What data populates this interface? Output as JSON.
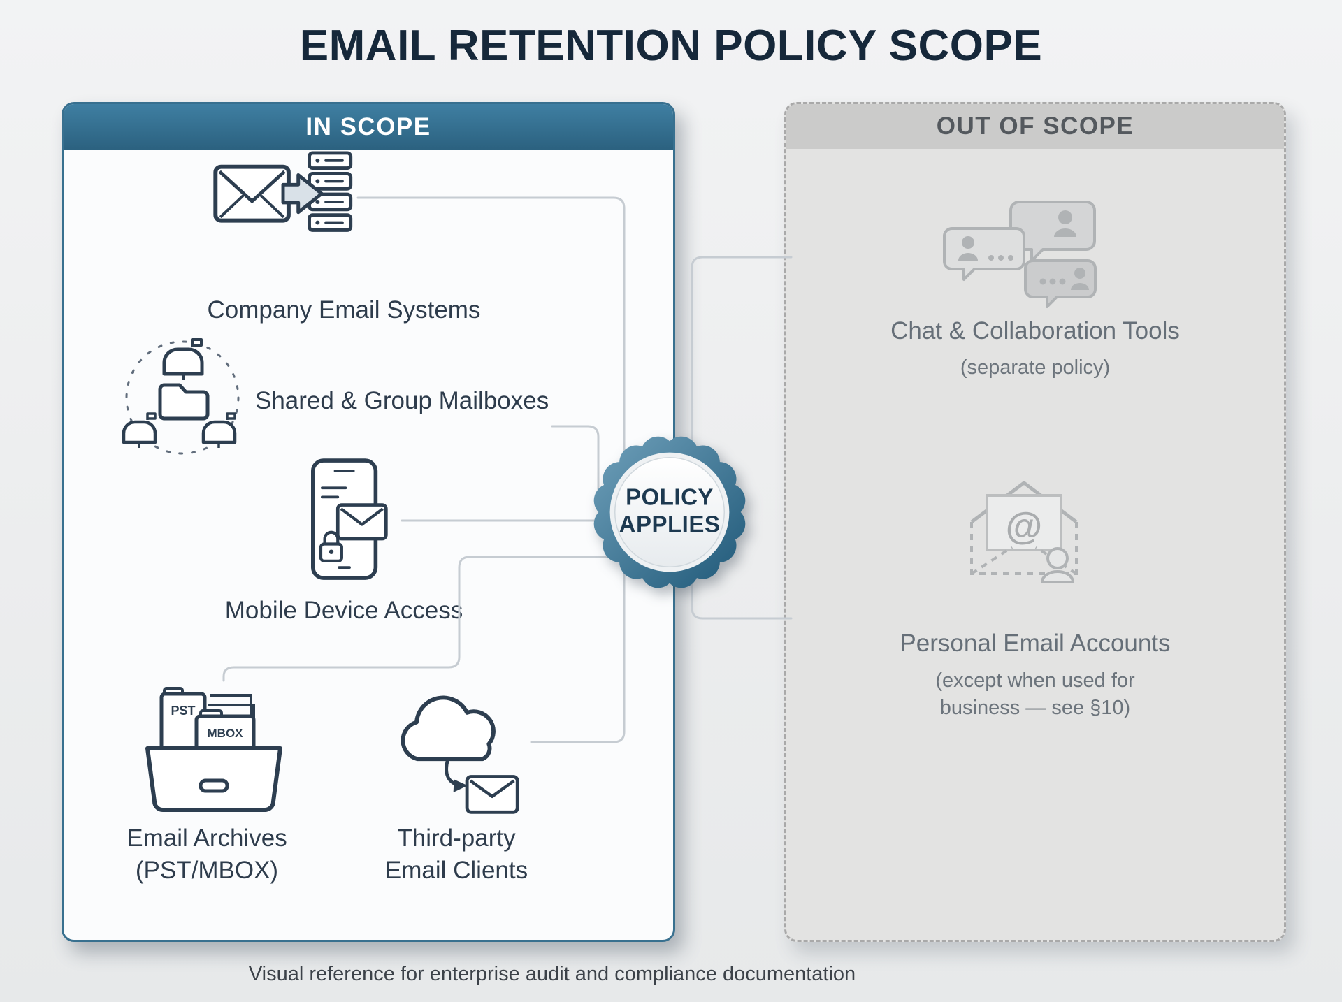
{
  "page": {
    "title": "EMAIL RETENTION POLICY SCOPE",
    "footer": "Visual reference for enterprise audit and compliance documentation"
  },
  "badge": {
    "line1": "POLICY",
    "line2": "APPLIES"
  },
  "in_scope": {
    "header": "IN SCOPE",
    "items": [
      {
        "label": "Company Email Systems",
        "icon": "email-to-server-icon"
      },
      {
        "label": "Shared & Group Mailboxes",
        "icon": "shared-group-mailboxes-icon"
      },
      {
        "label": "Mobile Device Access",
        "icon": "mobile-secure-email-icon"
      },
      {
        "label": "Email Archives (PST/MBOX)",
        "lines": [
          "Email Archives",
          "(PST/MBOX)"
        ],
        "icon": "email-archives-icon",
        "folders": {
          "back": "PST",
          "front": "MBOX"
        }
      },
      {
        "label": "Third-party Email Clients",
        "lines": [
          "Third-party",
          "Email Clients"
        ],
        "icon": "cloud-email-client-icon"
      }
    ]
  },
  "out_of_scope": {
    "header": "OUT OF SCOPE",
    "items": [
      {
        "label": "Chat & Collaboration Tools",
        "note": "(separate policy)",
        "icon": "chat-collaboration-icon"
      },
      {
        "label": "Personal Email Accounts",
        "note": "(except when used for business — see §10)",
        "icon": "personal-email-icon",
        "glyph": "@"
      }
    ]
  },
  "colors": {
    "accent_blue": "#35718f",
    "title_navy": "#16283a",
    "in_scope_icon_stroke": "#2d3e50",
    "out_of_scope_gray": "#b0b3b5",
    "connector_gray": "#c6ccd2",
    "panel_gray": "#e3e3e2",
    "header_text_gray": "#54595e"
  }
}
